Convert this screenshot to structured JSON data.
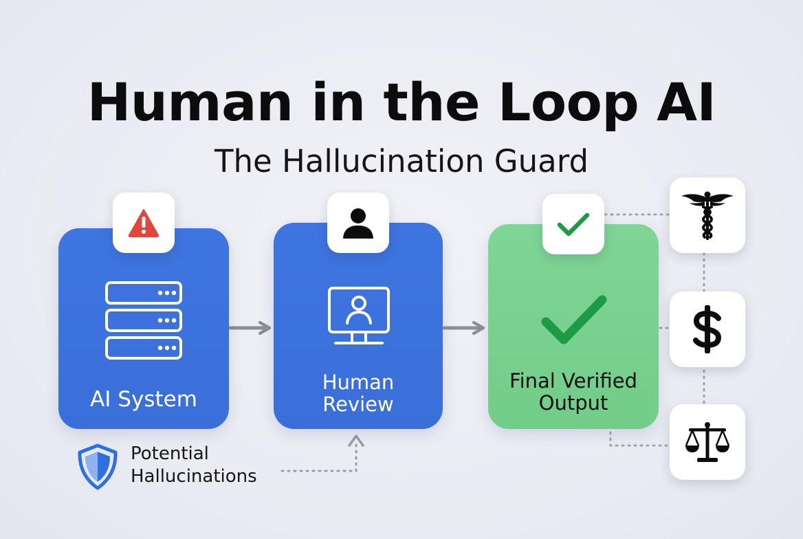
{
  "title": "Human in the Loop AI",
  "subtitle": "The Hallucination Guard",
  "stages": [
    {
      "label_lines": [
        "AI System"
      ],
      "badge_icon": "warning-icon",
      "body_icon": "server-icon"
    },
    {
      "label_lines": [
        "Human",
        "Review"
      ],
      "badge_icon": "person-icon",
      "body_icon": "monitor-user-icon"
    },
    {
      "label_lines": [
        "Final Verified",
        "Output"
      ],
      "badge_icon": "checkmark-icon",
      "body_icon": "checkmark-icon"
    }
  ],
  "domains": [
    {
      "icon": "caduceus-icon"
    },
    {
      "icon": "dollar-icon"
    },
    {
      "icon": "scales-icon"
    }
  ],
  "note": {
    "icon": "shield-icon",
    "lines": [
      "Potential",
      "Hallucinations"
    ]
  },
  "colors": {
    "stage_blue": "#3d72dd",
    "stage_green": "#78d08d",
    "warning_red": "#e0463b",
    "check_green": "#1d9a45",
    "arrow_gray": "#8d8f98",
    "shield_blue": "#2f6fe0"
  }
}
